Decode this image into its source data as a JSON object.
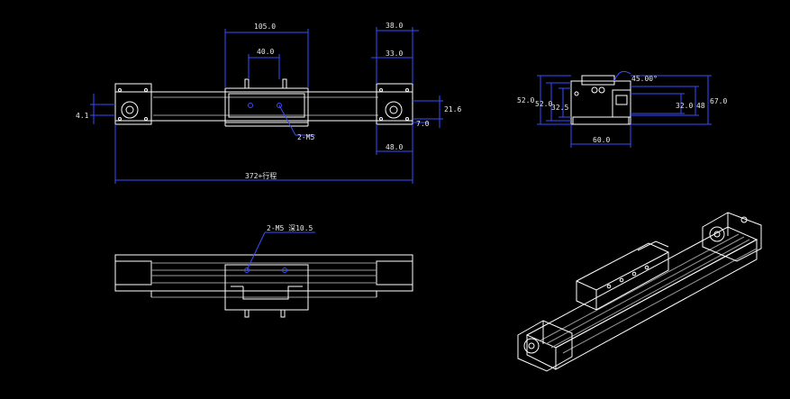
{
  "drawing": {
    "background": "#000000",
    "line_color": "#ffffff",
    "dimension_color": "#3a4cff",
    "front_view": {
      "dim_top": "105.0",
      "dim_inner": "40.0",
      "dim_right_top": "38.0",
      "dim_right_inner": "33.0",
      "dim_left": "4.1",
      "dim_right_h": "21.6",
      "dim_right_small": "7.0",
      "dim_right_bottom": "48.0",
      "hole_note": "2-M5",
      "overall": "372+行程"
    },
    "side_view": {
      "angle": "45.00°",
      "h_outer": "52.0",
      "h_mid": "52.0",
      "h_inner": "32.5",
      "right_1": "32.0",
      "right_2": "48",
      "right_3": "67.0",
      "width": "60.0"
    },
    "top_view": {
      "hole_note": "2-M5 深10.5"
    }
  }
}
